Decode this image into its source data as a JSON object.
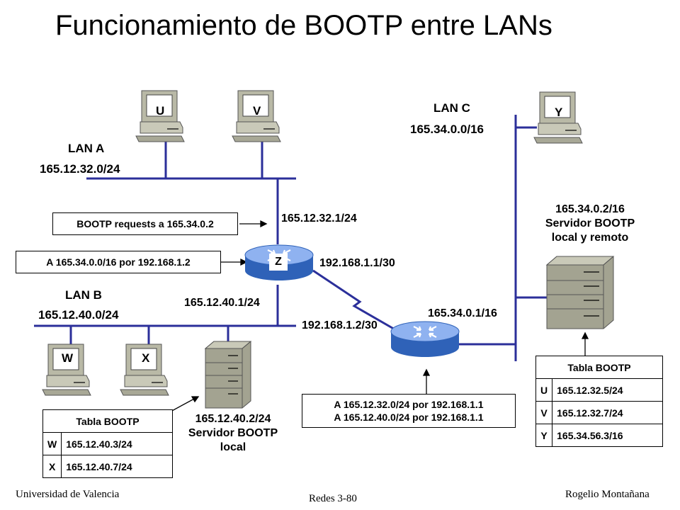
{
  "title": "Funcionamiento de BOOTP entre LANs",
  "lans": {
    "a": {
      "name": "LAN A",
      "net": "165.12.32.0/24"
    },
    "b": {
      "name": "LAN B",
      "net": "165.12.40.0/24"
    },
    "c": {
      "name": "LAN C",
      "net": "165.34.0.0/16"
    }
  },
  "hosts": {
    "u": "U",
    "v": "V",
    "w": "W",
    "x": "X",
    "y": "Y"
  },
  "router_z": {
    "label": "Z"
  },
  "addresses": {
    "z_lan_a": "165.12.32.1/24",
    "z_lan_b": "165.12.40.1/24",
    "z_wan": "192.168.1.1/30",
    "r2_wan": "192.168.1.2/30",
    "r2_lan_c": "165.34.0.1/16"
  },
  "callouts": {
    "bootp_requests": "BOOTP requests a 165.34.0.2",
    "route_z": "A 165.34.0.0/16 por 192.168.1.2",
    "route_r2_line1": "A 165.12.32.0/24 por 192.168.1.1",
    "route_r2_line2": "A 165.12.40.0/24 por 192.168.1.1"
  },
  "server_remote": {
    "line1": "165.34.0.2/16",
    "line2": "Servidor BOOTP",
    "line3": "local y remoto"
  },
  "server_local": {
    "line1": "165.12.40.2/24",
    "line2": "Servidor BOOTP",
    "line3": "local"
  },
  "table_local": {
    "header": "Tabla BOOTP",
    "rows": [
      {
        "host": "W",
        "ip": "165.12.40.3/24"
      },
      {
        "host": "X",
        "ip": "165.12.40.7/24"
      }
    ]
  },
  "table_remote": {
    "header": "Tabla BOOTP",
    "rows": [
      {
        "host": "U",
        "ip": "165.12.32.5/24"
      },
      {
        "host": "V",
        "ip": "165.12.32.7/24"
      },
      {
        "host": "Y",
        "ip": "165.34.56.3/16"
      }
    ]
  },
  "footer": {
    "left": "Universidad de Valencia",
    "center": "Redes 3-80",
    "right": "Rogelio Montañana"
  },
  "colors": {
    "link": "#2b2f9a",
    "router": "#2f62b8",
    "router_top": "#8fb2f0",
    "device": "#b9b9a6",
    "device_dark": "#8e8e7c"
  }
}
